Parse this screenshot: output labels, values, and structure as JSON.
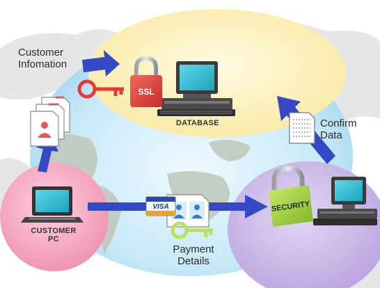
{
  "labels": {
    "customer_info_line1": "Customer",
    "customer_info_line2": "Infomation",
    "database": "DATABASE",
    "confirm_line1": "Confirm",
    "confirm_line2": "Data",
    "customer_pc_line1": "CUSTOMER",
    "customer_pc_line2": "PC",
    "payment_line1": "Payment",
    "payment_line2": "Details",
    "ssl_badge": "SSL",
    "security_badge": "SECURITY",
    "visa_card": "VISA"
  },
  "colors": {
    "database_zone": "#fbeeb0",
    "customer_zone": "#f39bb6",
    "security_zone": "#c3afe2",
    "globe_ocean": "#c7e9f7",
    "arrow": "#3349c5",
    "ssl_lock": "#e0433f",
    "security_lock": "#9fd23b",
    "red_key": "#e23a3a",
    "green_key": "#b9e05a"
  },
  "icons": [
    "laptop-icon",
    "desktop-computer-icon",
    "padlock-icon",
    "key-icon",
    "document-icon",
    "id-card-icon",
    "credit-card-icon",
    "arrow-icon"
  ]
}
